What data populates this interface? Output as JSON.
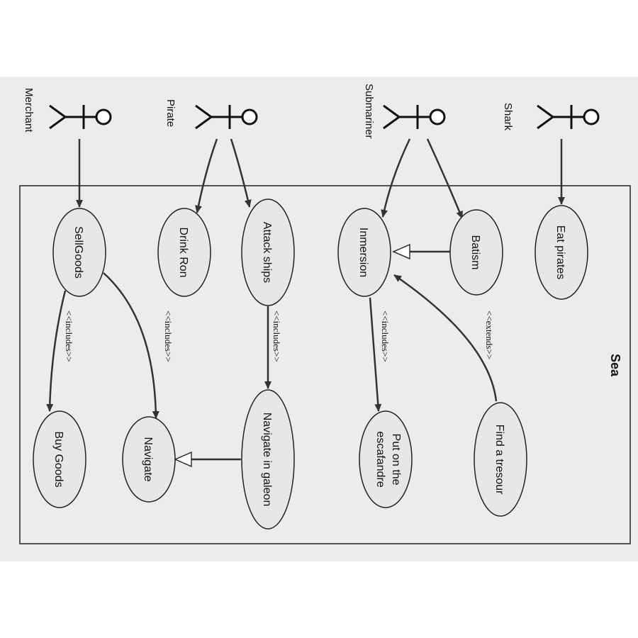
{
  "system": {
    "title": "Sea"
  },
  "actors": {
    "shark": "Shark",
    "submariner": "Submariner",
    "pirate": "Pirate",
    "merchant": "Merchant"
  },
  "usecases": {
    "eat_pirates": "Eat pirates",
    "batism": "Batism",
    "immersion": "Inmersion",
    "find_tresour": "Find a tresour",
    "put_escafandre_line1": "Put on the",
    "put_escafandre_line2": "escafandre",
    "attack_ships": "Attack ships",
    "drink_ron": "Drink Ron",
    "navigate_galeon": "Navigate in galeon",
    "navigate": "Navigate",
    "sell_goods": "SellGoods",
    "buy_goods": "Buy Goods"
  },
  "stereotypes": {
    "includes": "<<includes>>",
    "extends": "<<extends>>"
  }
}
